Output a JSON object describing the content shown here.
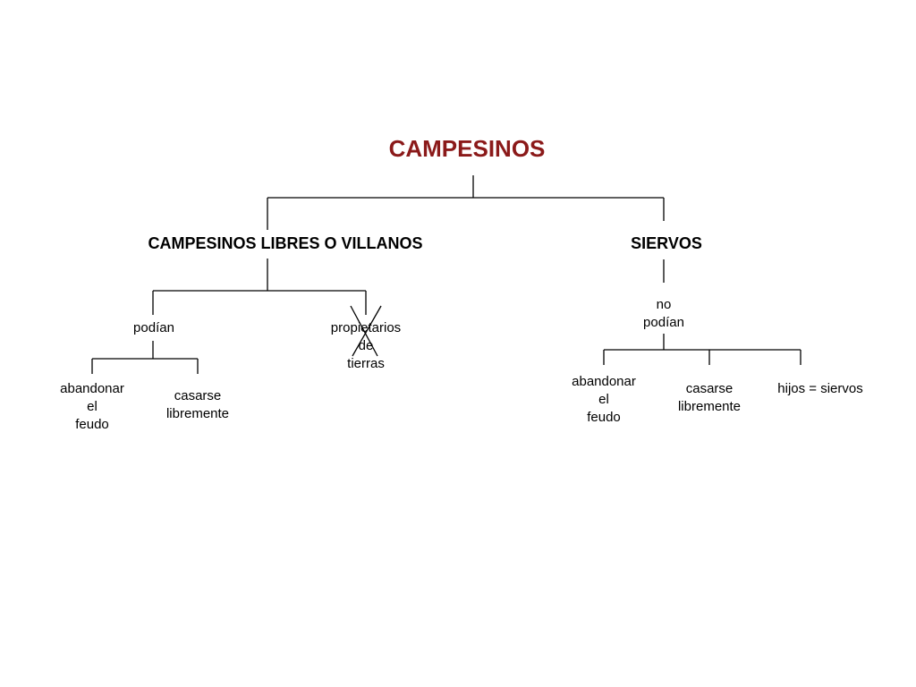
{
  "colors": {
    "title": "#8B1A1A",
    "line": "#000000"
  },
  "root": {
    "label": "CAMPESINOS"
  },
  "libres": {
    "label": "CAMPESINOS LIBRES  O VILLANOS",
    "podian": "podían",
    "propietarios": "propietarios\nde\ntierras",
    "propietarios_crossed": true,
    "items": [
      "abandonar\nel\nfeudo",
      "casarse\nlibremente"
    ]
  },
  "siervos": {
    "label": "SIERVOS",
    "no_podian": "no\npodían",
    "items": [
      "abandonar\nel\nfeudo",
      "casarse\nlibremente",
      "hijos = siervos"
    ]
  }
}
